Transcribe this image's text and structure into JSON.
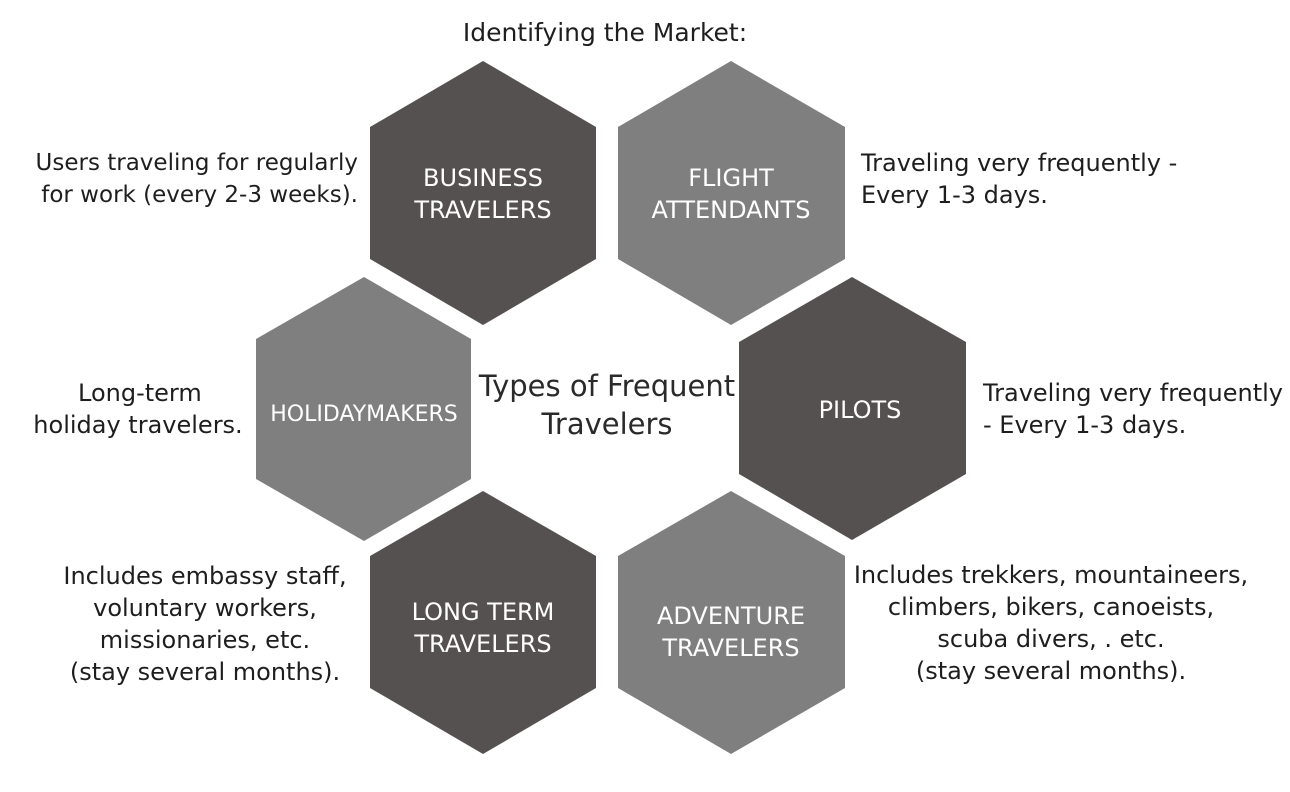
{
  "diagram": {
    "title": "Identifying the Market:",
    "center": {
      "line1": "Types of  Frequent",
      "line2": "Travelers"
    },
    "colors": {
      "dark": "#555150",
      "light": "#7f7f7f",
      "label": "#ffffff"
    },
    "nodes": [
      {
        "id": "business",
        "label_lines": [
          "BUSINESS",
          "TRAVELERS"
        ],
        "shade": "dark",
        "description_lines": [
          "Users traveling for regularly",
          "for  work  (every  2-3  weeks)."
        ]
      },
      {
        "id": "flight",
        "label_lines": [
          "FLIGHT",
          "ATTENDANTS"
        ],
        "shade": "light",
        "description_lines": [
          "Traveling very frequently -",
          "Every 1-3 days."
        ]
      },
      {
        "id": "holiday",
        "label_lines": [
          "HOLIDAYMAKERS"
        ],
        "shade": "light",
        "description_lines": [
          "Long-term",
          "holiday travelers."
        ]
      },
      {
        "id": "pilots",
        "label_lines": [
          "PILOTS"
        ],
        "shade": "dark",
        "description_lines": [
          "Traveling very frequently",
          "- Every 1-3 days."
        ]
      },
      {
        "id": "longterm",
        "label_lines": [
          "LONG TERM",
          "TRAVELERS"
        ],
        "shade": "dark",
        "description_lines": [
          "Includes embassy staff,",
          "voluntary workers,",
          "missionaries, etc.",
          "(stay several months)."
        ]
      },
      {
        "id": "adventure",
        "label_lines": [
          "ADVENTURE",
          "TRAVELERS"
        ],
        "shade": "light",
        "description_lines": [
          "Includes trekkers, mountaineers,",
          "climbers, bikers, canoeists,",
          "scuba divers, . etc.",
          "(stay several months)."
        ]
      }
    ]
  }
}
